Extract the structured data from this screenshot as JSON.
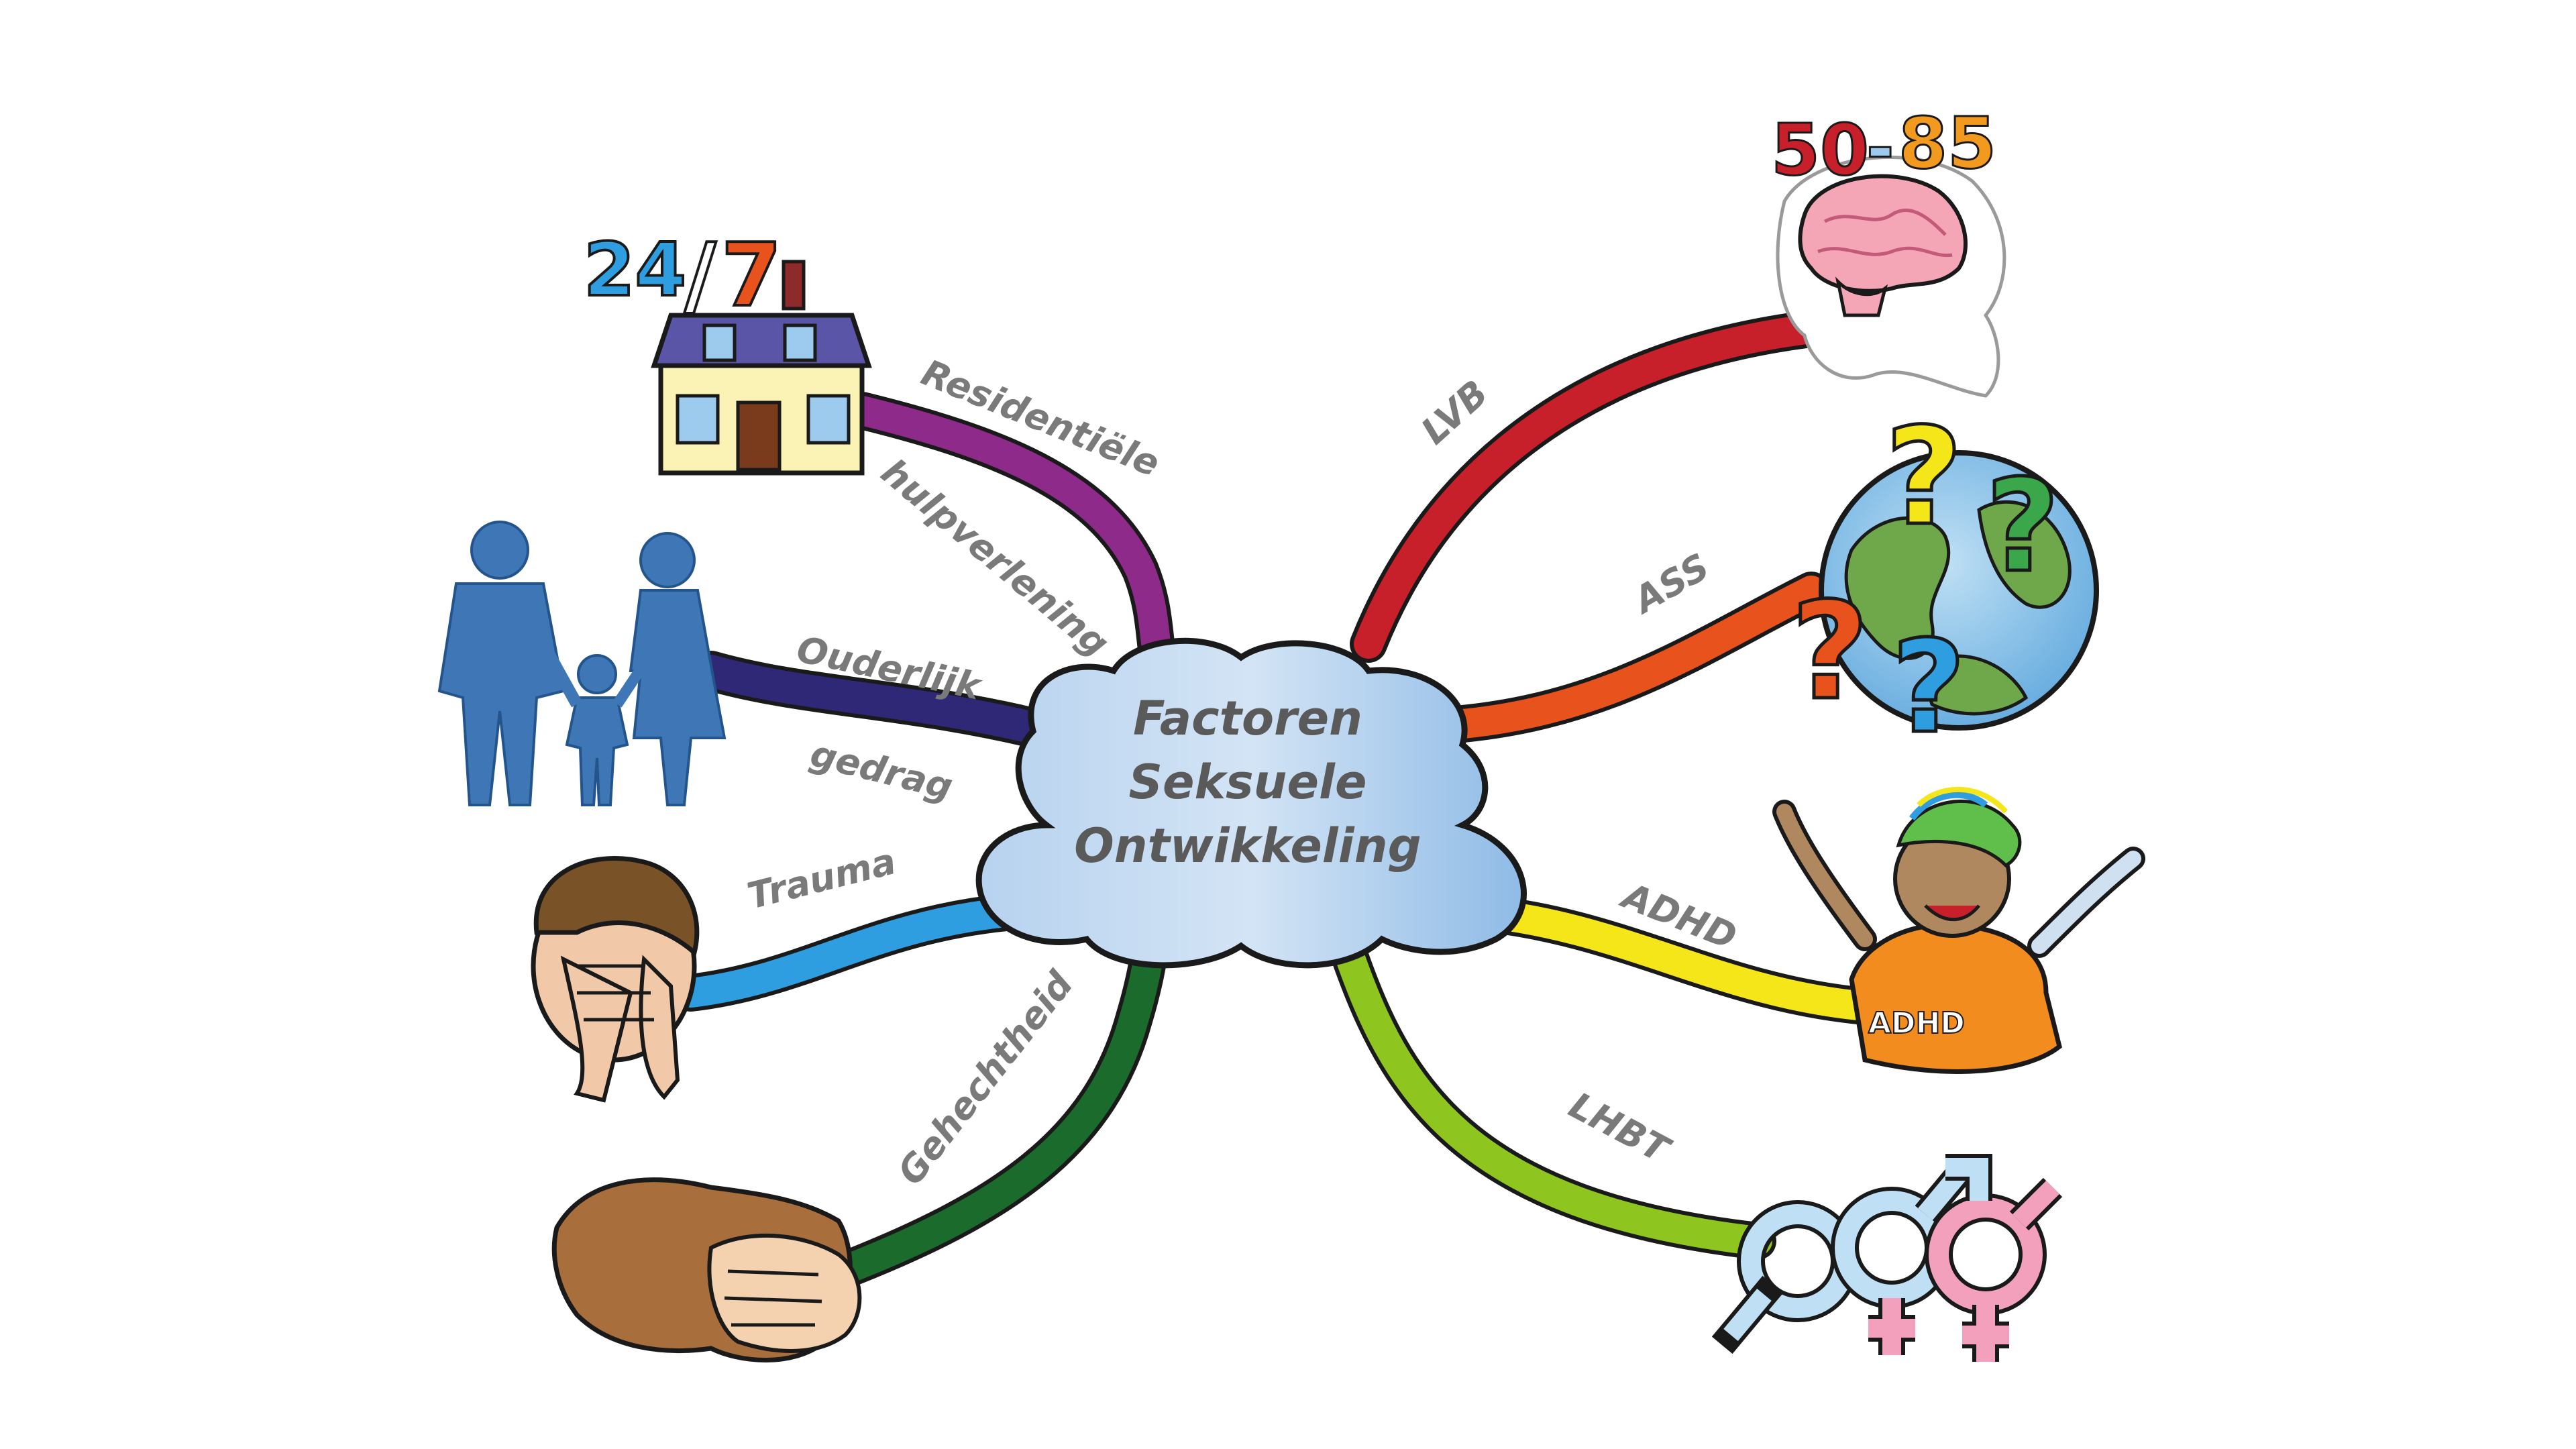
{
  "center": {
    "lines": [
      "Factoren",
      "Seksuele",
      "Ontwikkeling"
    ]
  },
  "branches": {
    "residential": {
      "line1": "Residentiële",
      "line2": "hulpverlening",
      "badge_24": "24",
      "badge_slash": "/",
      "badge_7": "7",
      "color": "#8e2a8a"
    },
    "parental": {
      "line1": "Ouderlijk",
      "line2": "gedrag",
      "color": "#2e2877"
    },
    "trauma": {
      "label": "Trauma",
      "color": "#2f9ee0"
    },
    "attachment": {
      "label": "Gehechtheid",
      "color": "#1b6b2c"
    },
    "lvb": {
      "label": "LVB",
      "badge_50": "50",
      "badge_dash": "-",
      "badge_85": "85",
      "color": "#c8202a"
    },
    "ass": {
      "label": "ASS",
      "color": "#e8521c"
    },
    "adhd": {
      "label": "ADHD",
      "shirt_text": "ADHD",
      "color": "#f5e61a"
    },
    "lhbt": {
      "label": "LHBT",
      "color": "#8ec51f"
    }
  },
  "colors": {
    "cloud_light": "#c9def2",
    "cloud_mid": "#a9c9ec",
    "outline": "#1a1a1a"
  }
}
